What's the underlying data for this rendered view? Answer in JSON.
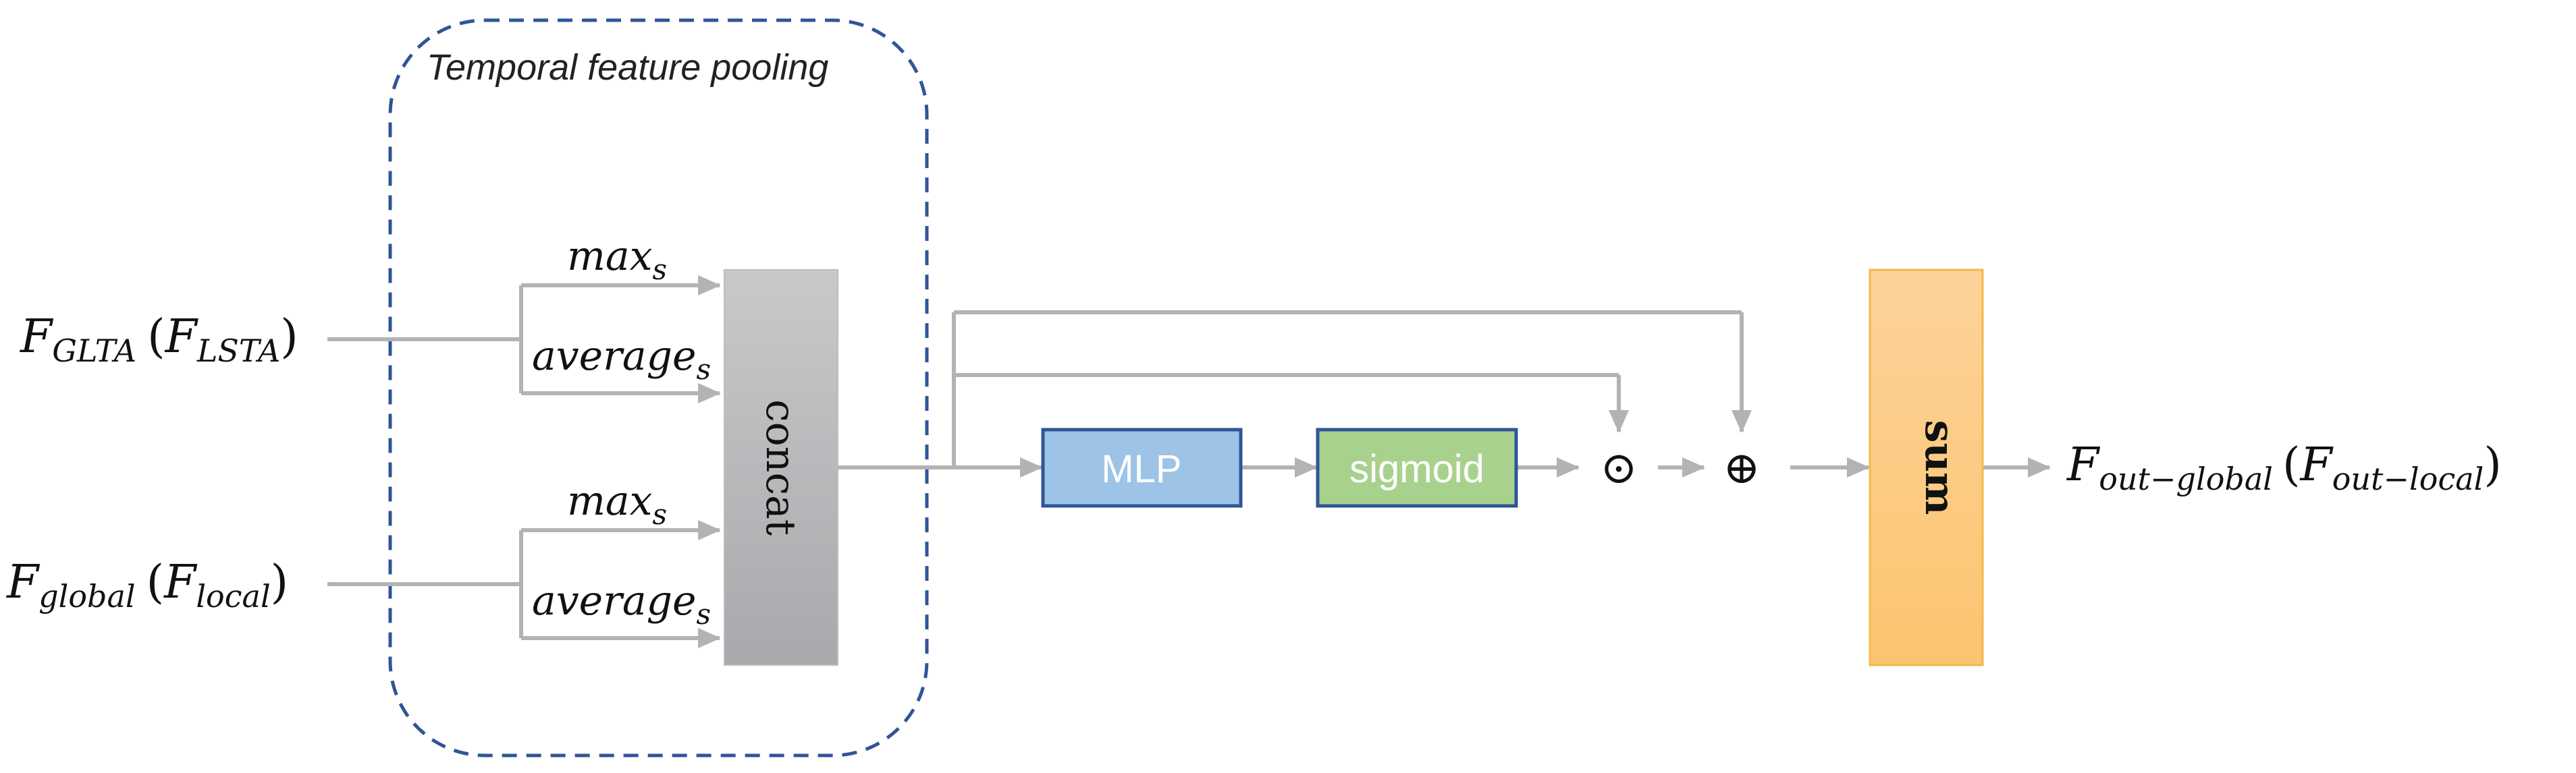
{
  "pooling_group": {
    "title": "Temporal feature pooling"
  },
  "inputs": {
    "top": {
      "main": "F",
      "sub": "GLTA",
      "paren_main": "F",
      "paren_sub": "LSTA"
    },
    "bottom": {
      "main": "F",
      "sub": "global",
      "paren_main": "F",
      "paren_sub": "local"
    }
  },
  "pool_labels": {
    "max": "max",
    "average": "average",
    "subscript": "s"
  },
  "blocks": {
    "concat": "concat",
    "mlp": "MLP",
    "sigmoid": "sigmoid",
    "sum": "sum"
  },
  "operators": {
    "multiply": "⊙",
    "add": "⊕"
  },
  "output": {
    "main": "F",
    "sub": "out−global",
    "paren_main": "F",
    "paren_sub": "out−local"
  },
  "colors": {
    "arrow": "#b3b3b3",
    "group_border": "#2f5597",
    "concat_fill_top": "#c9c9cb",
    "concat_fill_bottom": "#a9a9ad",
    "mlp_fill": "#9dc3e6",
    "mlp_border": "#2f5597",
    "sigmoid_fill": "#a9d18e",
    "sigmoid_border": "#2f5597",
    "sum_fill_top": "#fdd39a",
    "sum_fill_bottom": "#fbc46f",
    "sum_border": "#f4b84b"
  }
}
